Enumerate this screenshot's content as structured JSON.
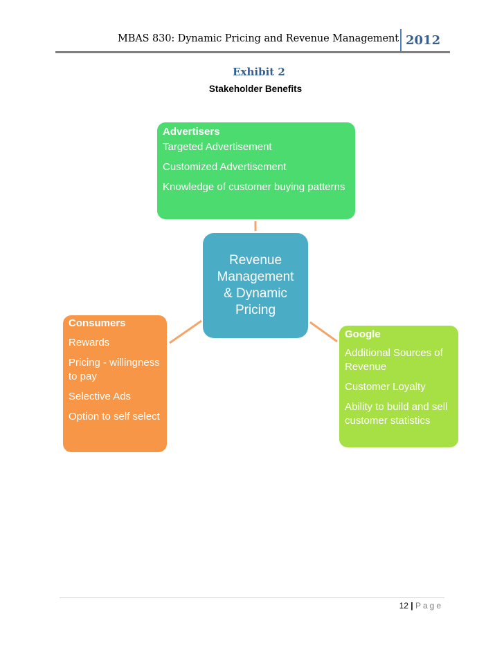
{
  "header": {
    "course_title": "MBAS 830: Dynamic Pricing and Revenue Management",
    "year": "2012"
  },
  "exhibit": {
    "label": "Exhibit 2",
    "title": "Stakeholder Benefits"
  },
  "diagram": {
    "center": {
      "lines": [
        "Revenue",
        "Management",
        "& Dynamic",
        "Pricing"
      ],
      "color": "#4bacc6"
    },
    "advertisers": {
      "heading": "Advertisers",
      "items": [
        "Targeted Advertisement",
        "Customized Advertisement",
        "Knowledge of customer buying patterns"
      ],
      "color": "#4cdb6e"
    },
    "consumers": {
      "heading": "Consumers",
      "items": [
        "Rewards",
        "Pricing - willingness to pay",
        "Selective Ads",
        "Option to self select"
      ],
      "color": "#f79646"
    },
    "google": {
      "heading": "Google",
      "items": [
        "Additional Sources of Revenue",
        "Customer Loyalty",
        "Ability to build and sell customer statistics"
      ],
      "color": "#a7e044"
    },
    "connector_color": "#f4a56a"
  },
  "footer": {
    "page_number": "12",
    "separator": "|",
    "page_word": "Page"
  }
}
